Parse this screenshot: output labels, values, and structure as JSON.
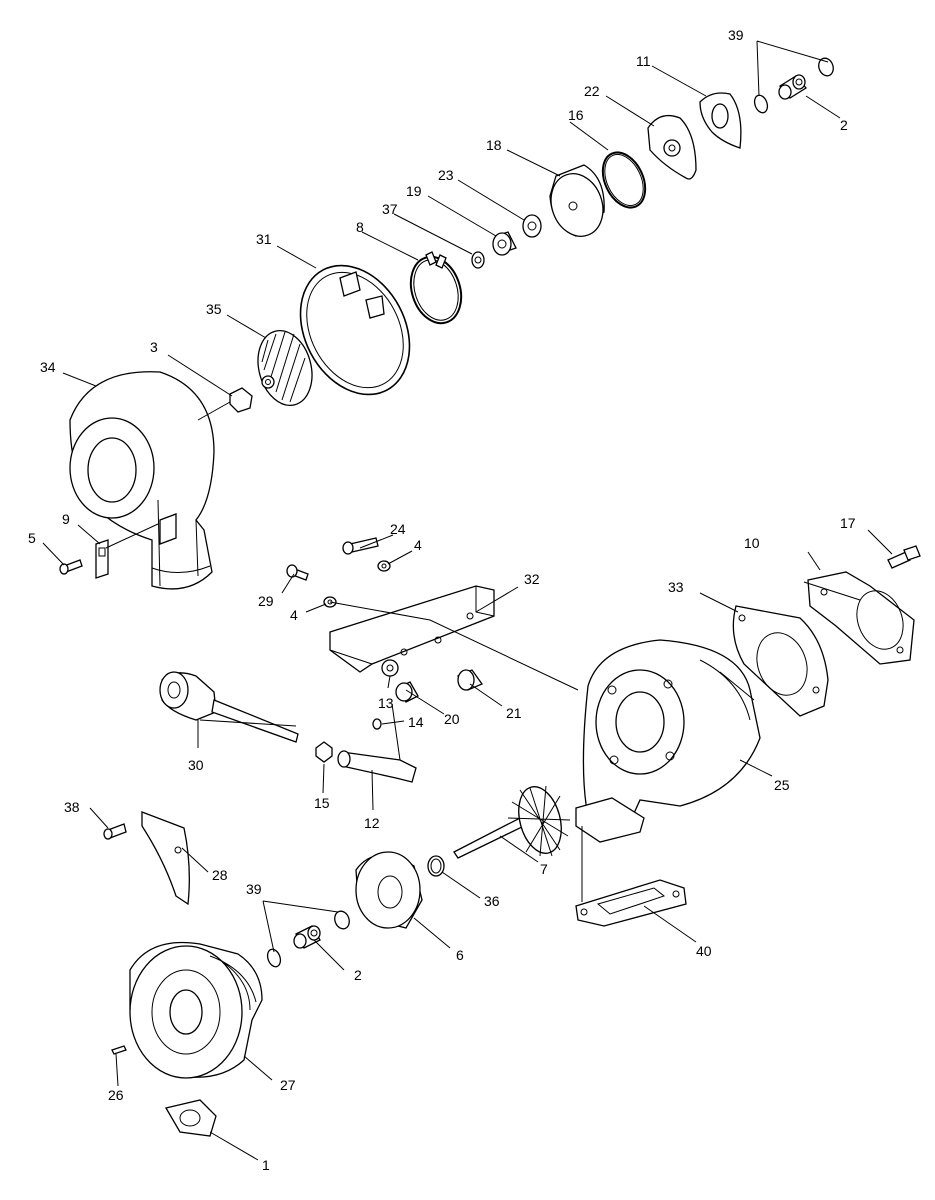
{
  "callouts": [
    {
      "id": "c1",
      "text": "1"
    },
    {
      "id": "c2a",
      "text": "2"
    },
    {
      "id": "c2b",
      "text": "2"
    },
    {
      "id": "c3",
      "text": "3"
    },
    {
      "id": "c4a",
      "text": "4"
    },
    {
      "id": "c4b",
      "text": "4"
    },
    {
      "id": "c5",
      "text": "5"
    },
    {
      "id": "c6",
      "text": "6"
    },
    {
      "id": "c7",
      "text": "7"
    },
    {
      "id": "c8",
      "text": "8"
    },
    {
      "id": "c9",
      "text": "9"
    },
    {
      "id": "c10",
      "text": "10"
    },
    {
      "id": "c11",
      "text": "11"
    },
    {
      "id": "c12",
      "text": "12"
    },
    {
      "id": "c13",
      "text": "13"
    },
    {
      "id": "c14",
      "text": "14"
    },
    {
      "id": "c15",
      "text": "15"
    },
    {
      "id": "c16",
      "text": "16"
    },
    {
      "id": "c17",
      "text": "17"
    },
    {
      "id": "c18",
      "text": "18"
    },
    {
      "id": "c19",
      "text": "19"
    },
    {
      "id": "c20",
      "text": "20"
    },
    {
      "id": "c21",
      "text": "21"
    },
    {
      "id": "c22",
      "text": "22"
    },
    {
      "id": "c23",
      "text": "23"
    },
    {
      "id": "c24",
      "text": "24"
    },
    {
      "id": "c25",
      "text": "25"
    },
    {
      "id": "c26",
      "text": "26"
    },
    {
      "id": "c27",
      "text": "27"
    },
    {
      "id": "c28",
      "text": "28"
    },
    {
      "id": "c29",
      "text": "29"
    },
    {
      "id": "c30",
      "text": "30"
    },
    {
      "id": "c31",
      "text": "31"
    },
    {
      "id": "c32",
      "text": "32"
    },
    {
      "id": "c33",
      "text": "33"
    },
    {
      "id": "c34",
      "text": "34"
    },
    {
      "id": "c35",
      "text": "35"
    },
    {
      "id": "c36",
      "text": "36"
    },
    {
      "id": "c37",
      "text": "37"
    },
    {
      "id": "c38",
      "text": "38"
    },
    {
      "id": "c39a",
      "text": "39"
    },
    {
      "id": "c39b",
      "text": "39"
    },
    {
      "id": "c40",
      "text": "40"
    }
  ]
}
